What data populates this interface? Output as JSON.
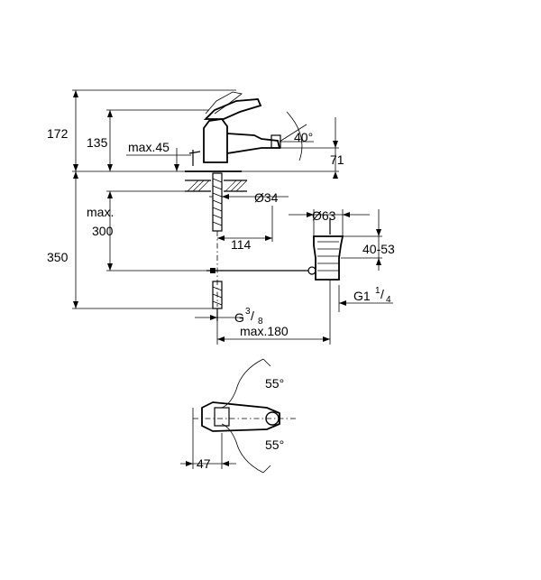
{
  "dimensions": {
    "overall_height": "172",
    "spout_height": "135",
    "max_45": "max.45",
    "lever_angle": "40°",
    "outlet_height": "71",
    "hole_diameter": "Ø34",
    "max_label": "max.",
    "max_300": "300",
    "hose_length": "350",
    "reach_114": "114",
    "waste_diameter": "Ø63",
    "waste_range": "40-53",
    "thread_g": "G",
    "thread_g_num": "3",
    "thread_g_den": "8",
    "waste_thread": "G1",
    "waste_thread_num": "1",
    "waste_thread_den": "4",
    "max_180": "max.180",
    "rotation_top": "55°",
    "rotation_bottom": "55°",
    "lever_offset": "47"
  }
}
